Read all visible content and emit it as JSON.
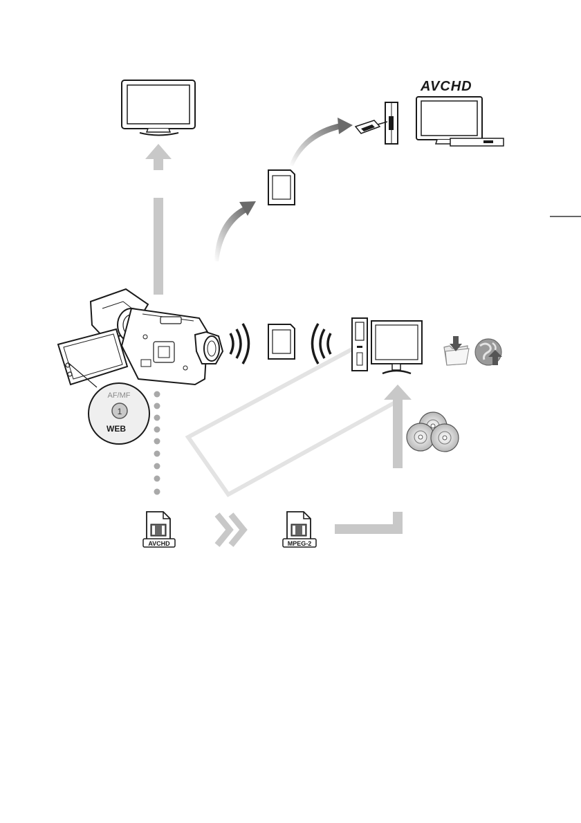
{
  "logo": {
    "text": "AVCHD"
  },
  "camera": {
    "button_top_label": "AF/MF",
    "button_number": "1",
    "button_bottom_label": "WEB"
  },
  "files": [
    {
      "format": "AVCHD"
    },
    {
      "format": "MPEG-2"
    }
  ],
  "icons": [
    "tv-icon",
    "avchd-recorder-tv-icon",
    "sd-card-icon",
    "camcorder-icon",
    "wireless-signal-icon",
    "computer-icon",
    "download-folder-icon",
    "web-upload-icon",
    "discs-icon",
    "video-file-icon",
    "conversion-chevron-icon"
  ],
  "colors": {
    "line": "#1a1a1a",
    "arrow": "#c8c8c8",
    "dark_arrow": "#6e6e6e",
    "dots": "#a9a9a9",
    "outline_frame": "#e3e3e3"
  }
}
